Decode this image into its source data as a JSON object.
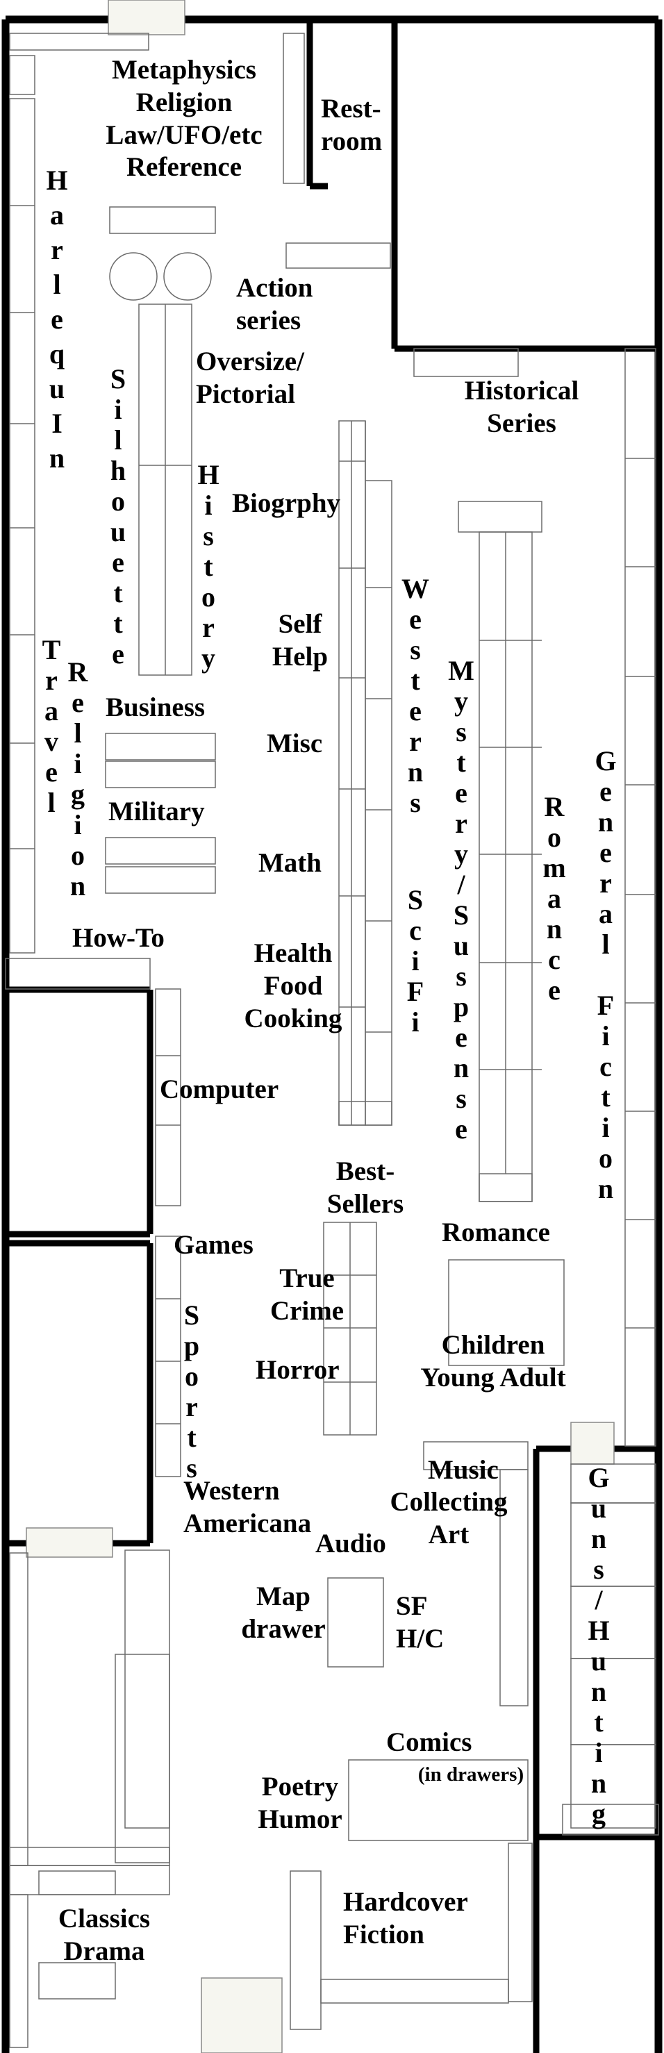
{
  "labels": {
    "metaphysics": "Metaphysics\nReligion\nLaw/UFO/etc\nReference",
    "restroom": "Rest-\nroom",
    "action_series": "Action\nseries",
    "oversize": "Oversize/\nPictorial",
    "historical_series": "Historical\nSeries",
    "biography": "Biogrphy",
    "self_help": "Self\nHelp",
    "misc": "Misc",
    "business": "Business",
    "military": "Military",
    "math": "Math",
    "how_to": "How-To",
    "health_food_cooking": "Health\nFood\nCooking",
    "computer": "Computer",
    "best_sellers": "Best-\nSellers",
    "romance_front": "Romance",
    "games": "Games",
    "true_crime": "True\nCrime",
    "horror": "Horror",
    "children": "Children\nYoung Adult",
    "western_americana": "Western\nAmericana",
    "music": "Music",
    "collecting_art": "Collecting\nArt",
    "audio": "Audio",
    "map_drawer": "Map\ndrawer",
    "sf_hc": "SF\nH/C",
    "comics": "Comics",
    "in_drawers": "(in drawers)",
    "poetry_humor": "Poetry\nHumor",
    "classics_drama": "Classics\nDrama",
    "hardcover_fiction": "Hardcover\nFiction"
  },
  "vertical_labels": {
    "harlequin": "HarlequIn",
    "silhouette": "Silhouette",
    "history": "History",
    "travel": "Travel",
    "religion": "Religion",
    "westerns": "Westerns",
    "scifi": "SciFi",
    "mystery": "Mystery/Suspense",
    "romance": "Romance",
    "general_fiction": "General Fiction",
    "sports": "Sports",
    "guns_hunting": "Guns/Hunting"
  },
  "colors": {
    "wall": "#000000",
    "shelf": "#6b6b6b",
    "door": "#f6f6f0"
  }
}
